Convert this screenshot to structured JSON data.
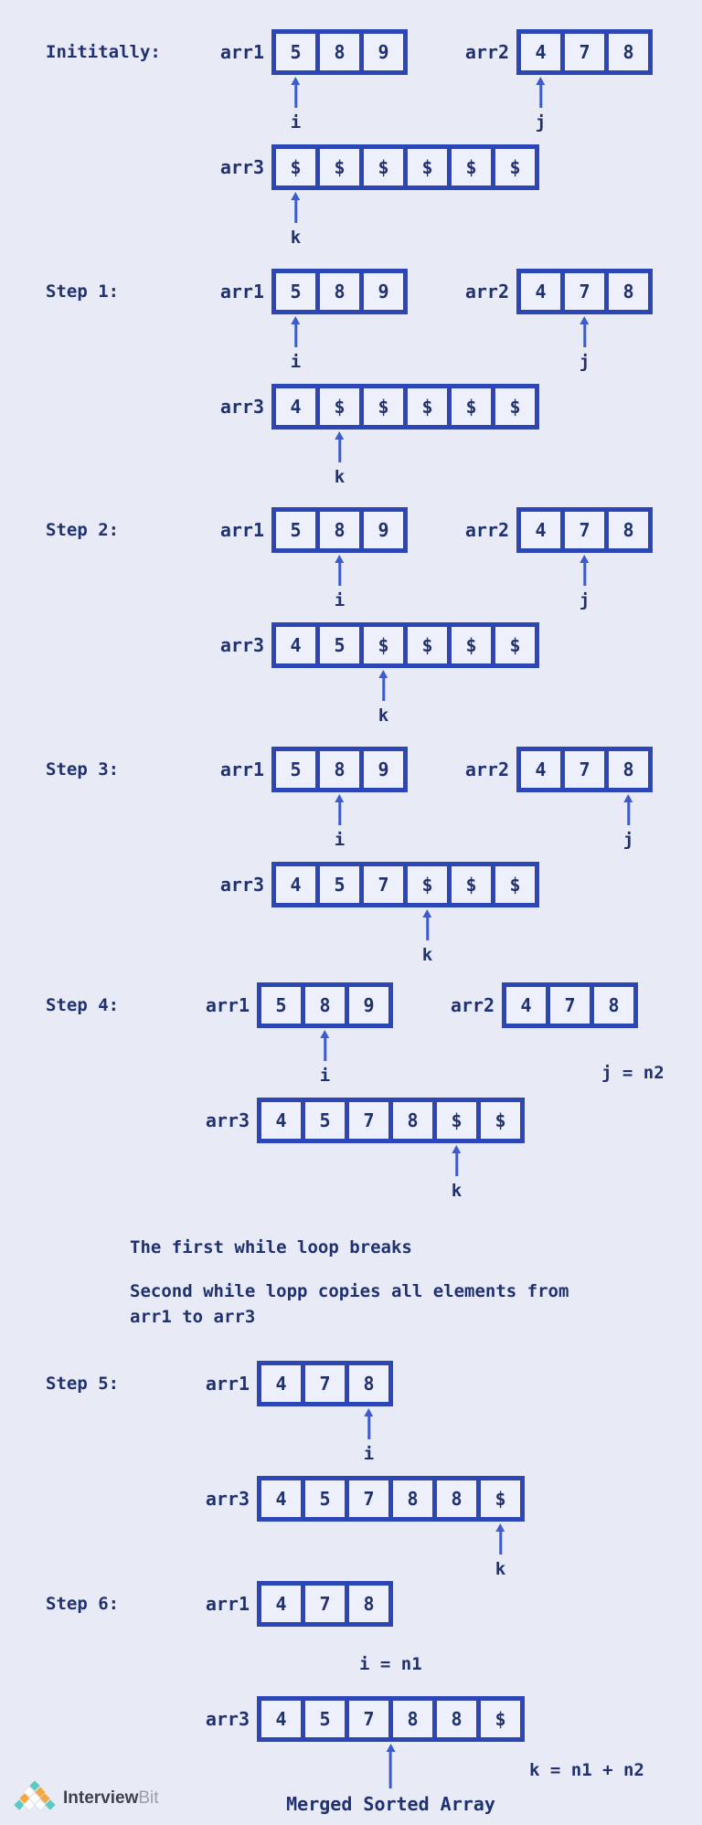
{
  "title": "Merge two sorted arrays - step by step",
  "colors": {
    "background": "#e8eaf5",
    "box_border": "#2c47b5",
    "cell_fill": "#edeffa",
    "text_navy": "#203170",
    "arrow_blue": "#3c5ccd",
    "logo_teal": "#5ec8c2",
    "logo_orange": "#f4a83d",
    "logo_white": "#ffffff",
    "logo_text_dark": "#3e434a",
    "logo_text_gray": "#9aa0a8"
  },
  "sections": [
    {
      "label": "Inititally:",
      "arr1": {
        "label": "arr1",
        "cells": [
          "5",
          "8",
          "9"
        ],
        "pointer": {
          "index": 0,
          "label": "i"
        }
      },
      "arr2": {
        "label": "arr2",
        "cells": [
          "4",
          "7",
          "8"
        ],
        "pointer": {
          "index": 0,
          "label": "j"
        }
      },
      "arr3": {
        "label": "arr3",
        "cells": [
          "$",
          "$",
          "$",
          "$",
          "$",
          "$"
        ],
        "pointer": {
          "index": 0,
          "label": "k"
        }
      }
    },
    {
      "label": "Step 1:",
      "arr1": {
        "label": "arr1",
        "cells": [
          "5",
          "8",
          "9"
        ],
        "pointer": {
          "index": 0,
          "label": "i"
        }
      },
      "arr2": {
        "label": "arr2",
        "cells": [
          "4",
          "7",
          "8"
        ],
        "pointer": {
          "index": 1,
          "label": "j"
        }
      },
      "arr3": {
        "label": "arr3",
        "cells": [
          "4",
          "$",
          "$",
          "$",
          "$",
          "$"
        ],
        "pointer": {
          "index": 1,
          "label": "k"
        }
      }
    },
    {
      "label": "Step 2:",
      "arr1": {
        "label": "arr1",
        "cells": [
          "5",
          "8",
          "9"
        ],
        "pointer": {
          "index": 1,
          "label": "i"
        }
      },
      "arr2": {
        "label": "arr2",
        "cells": [
          "4",
          "7",
          "8"
        ],
        "pointer": {
          "index": 1,
          "label": "j"
        }
      },
      "arr3": {
        "label": "arr3",
        "cells": [
          "4",
          "5",
          "$",
          "$",
          "$",
          "$"
        ],
        "pointer": {
          "index": 2,
          "label": "k"
        }
      }
    },
    {
      "label": "Step 3:",
      "arr1": {
        "label": "arr1",
        "cells": [
          "5",
          "8",
          "9"
        ],
        "pointer": {
          "index": 1,
          "label": "i"
        }
      },
      "arr2": {
        "label": "arr2",
        "cells": [
          "4",
          "7",
          "8"
        ],
        "pointer": {
          "index": 2,
          "label": "j"
        }
      },
      "arr3": {
        "label": "arr3",
        "cells": [
          "4",
          "5",
          "7",
          "$",
          "$",
          "$"
        ],
        "pointer": {
          "index": 3,
          "label": "k"
        }
      }
    },
    {
      "label": "Step 4:",
      "arr1": {
        "label": "arr1",
        "cells": [
          "5",
          "8",
          "9"
        ],
        "pointer": {
          "index": 1,
          "label": "i"
        }
      },
      "arr2": {
        "label": "arr2",
        "cells": [
          "4",
          "7",
          "8"
        ],
        "pointer": null,
        "side_text": "j = n2"
      },
      "arr3": {
        "label": "arr3",
        "cells": [
          "4",
          "5",
          "7",
          "8",
          "$",
          "$"
        ],
        "pointer": {
          "index": 4,
          "label": "k"
        }
      }
    },
    {
      "label": "Step 5:",
      "arr1": {
        "label": "arr1",
        "cells": [
          "4",
          "7",
          "8"
        ],
        "pointer": {
          "index": 2,
          "label": "i"
        }
      },
      "arr3": {
        "label": "arr3",
        "cells": [
          "4",
          "5",
          "7",
          "8",
          "8",
          "$"
        ],
        "pointer": {
          "index": 5,
          "label": "k"
        }
      }
    },
    {
      "label": "Step 6:",
      "arr1": {
        "label": "arr1",
        "cells": [
          "4",
          "7",
          "8"
        ],
        "pointer": null,
        "below_text": "i = n1"
      },
      "arr3": {
        "label": "arr3",
        "cells": [
          "4",
          "5",
          "7",
          "8",
          "8",
          "$"
        ],
        "merged_pointer": {
          "center": true,
          "label": "Merged Sorted Array"
        },
        "side_text": "k = n1 + n2"
      }
    }
  ],
  "notes": {
    "line1": "The first while loop breaks",
    "line2": "Second while lopp copies all elements from arr1 to arr3"
  },
  "logo": {
    "text_primary": "Interview",
    "text_secondary": "Bit"
  }
}
